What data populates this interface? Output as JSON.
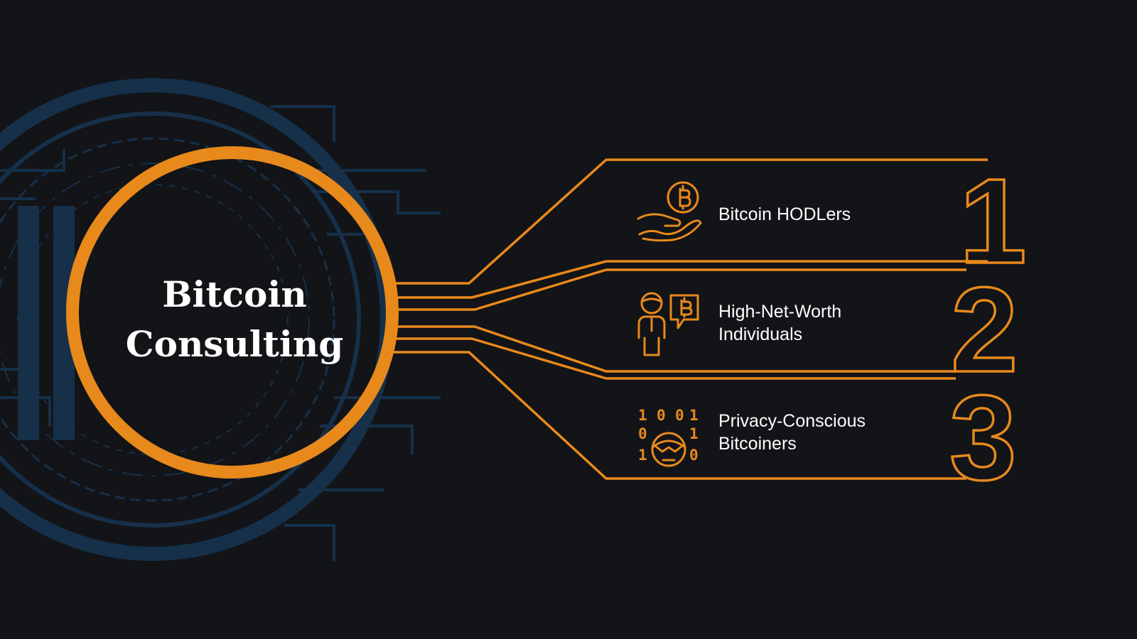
{
  "hub": {
    "line1": "Bitcoin",
    "line2": "Consulting"
  },
  "segments": [
    {
      "number": "1",
      "lines": [
        "Bitcoin HODLers"
      ],
      "icon": "hand-holding-bitcoin-icon"
    },
    {
      "number": "2",
      "lines": [
        "High-Net-Worth",
        "Individuals"
      ],
      "icon": "person-bitcoin-speech-icon"
    },
    {
      "number": "3",
      "lines": [
        "Privacy-Conscious",
        "Bitcoiners"
      ],
      "icon": "anonymous-person-binary-icon"
    }
  ],
  "binary_digits": [
    "1",
    "0",
    "0",
    "1",
    "0",
    "1",
    "1",
    "0"
  ],
  "colors": {
    "background": "#121417",
    "accent": "#e8891c",
    "coin_watermark": "#16304a",
    "text": "#ffffff"
  }
}
